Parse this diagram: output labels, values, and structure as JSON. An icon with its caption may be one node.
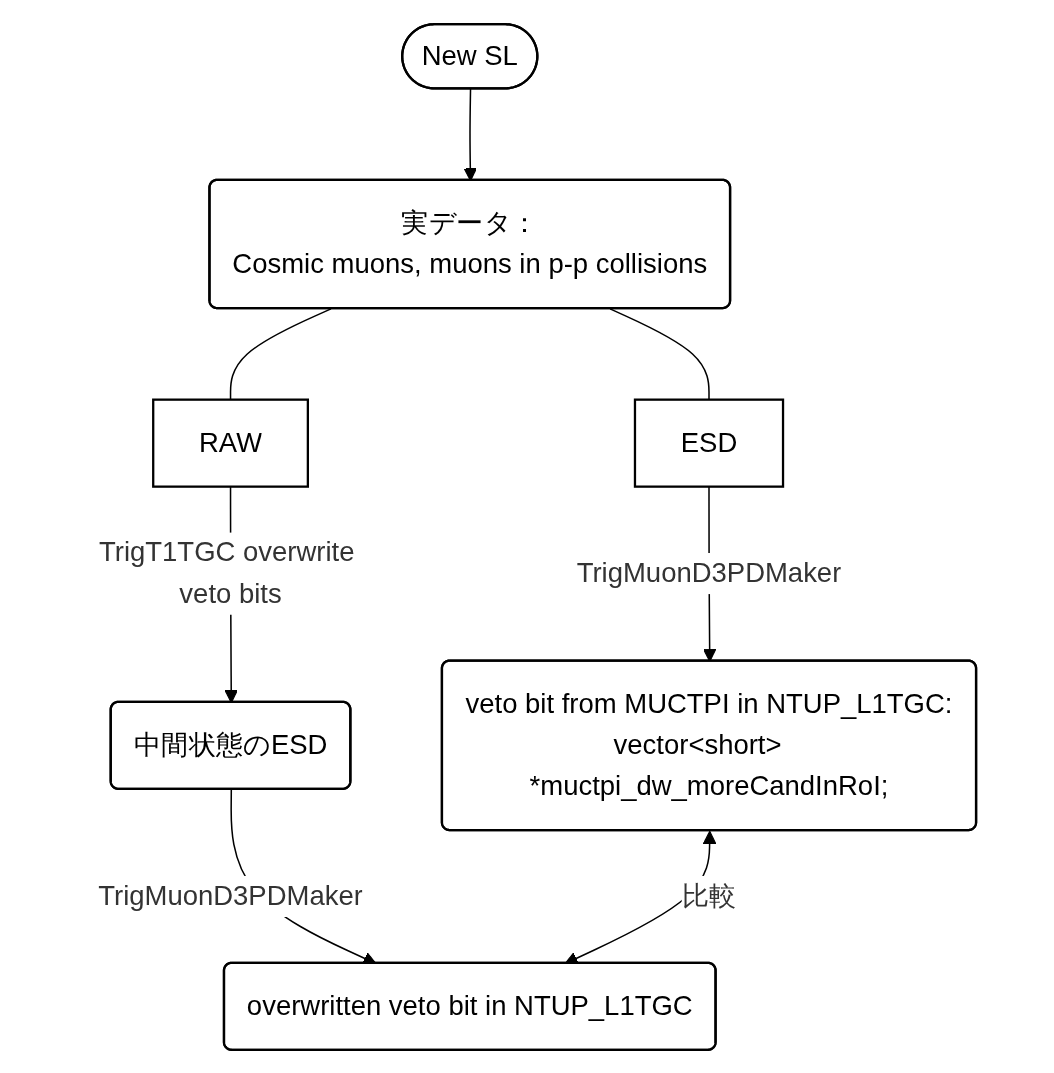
{
  "diagram": {
    "nodes": [
      {
        "text": [
          "New SL"
        ]
      },
      {
        "text": [
          "実データ：",
          "Cosmic muons, muons in p-p collisions"
        ]
      },
      {
        "text": [
          "RAW"
        ]
      },
      {
        "text": [
          "ESD"
        ]
      },
      {
        "text": [
          "中間状態のESD"
        ]
      },
      {
        "text": [
          "veto bit from MUCTPI in NTUP_L1TGC:",
          "vector<short>   *muctpi_dw_moreCandInRoI;"
        ]
      },
      {
        "text": [
          "overwritten veto bit in NTUP_L1TGC"
        ]
      }
    ],
    "edges": [
      {
        "from": 0,
        "to": 1,
        "arrow": "to"
      },
      {
        "from": 1,
        "to": 3,
        "arrow": "none"
      },
      {
        "from": 3,
        "to": 5,
        "arrow": "to",
        "label": "TrigMuonD3PDMaker"
      },
      {
        "from": 1,
        "to": 2,
        "arrow": "none"
      },
      {
        "from": 2,
        "to": 4,
        "arrow": "to",
        "label": "TrigT1TGC overwrite veto bits"
      },
      {
        "from": 4,
        "to": 6,
        "arrow": "to",
        "label": "TrigMuonD3PDMaker"
      },
      {
        "from": 5,
        "to": 6,
        "arrow": "both",
        "label": "比較"
      }
    ]
  }
}
